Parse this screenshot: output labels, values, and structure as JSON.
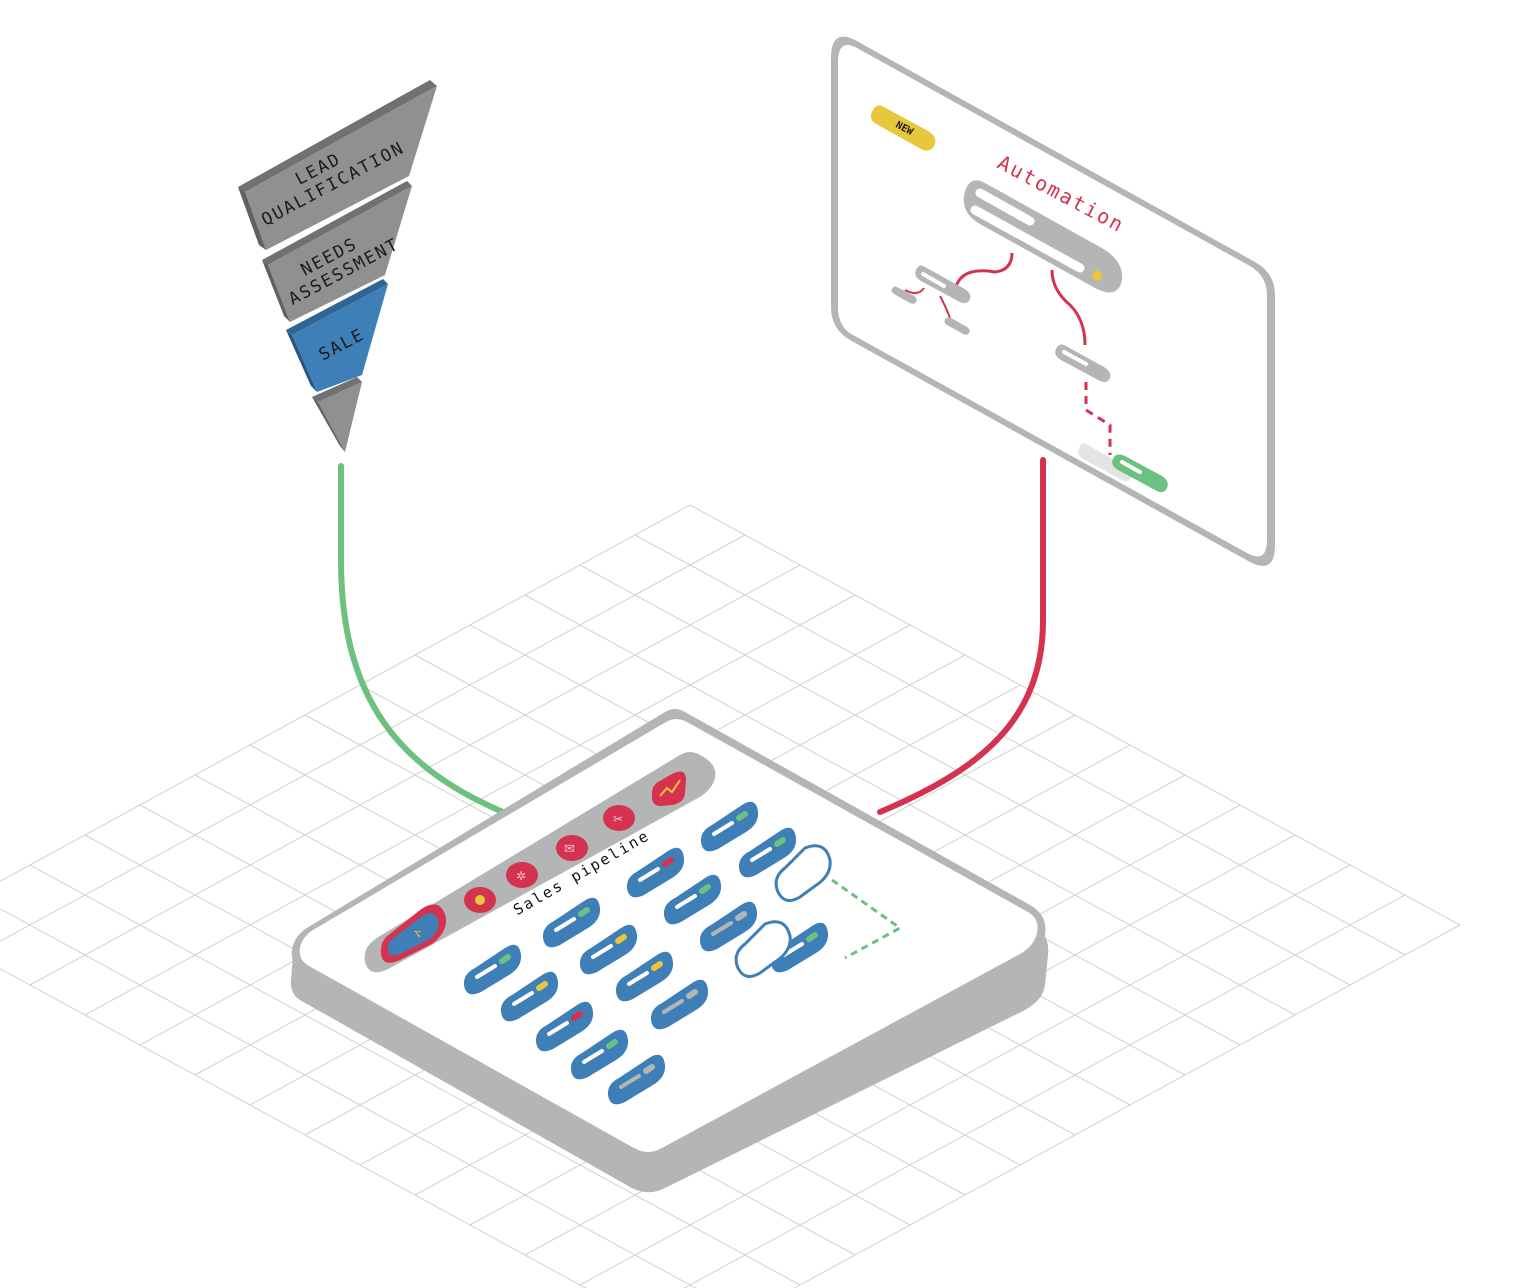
{
  "funnel": {
    "stages": [
      {
        "label_line1": "LEAD",
        "label_line2": "QUALIFICATION",
        "color": "#8e9190"
      },
      {
        "label_line1": "NEEDS",
        "label_line2": "ASSESSMENT",
        "color": "#8e9190"
      },
      {
        "label_line1": "SALE",
        "label_line2": "",
        "color": "#3f7fb7"
      }
    ]
  },
  "automation": {
    "badge": "NEW",
    "title": "Automation"
  },
  "pipeline": {
    "title": "Sales pipeline"
  },
  "colors": {
    "green_line": "#6cc080",
    "red_line": "#d5324f",
    "card_blue": "#3f7fb7",
    "panel_gray": "#b3b6b5",
    "badge_yellow": "#e9c73d",
    "toolbar_red": "#d5324f"
  }
}
